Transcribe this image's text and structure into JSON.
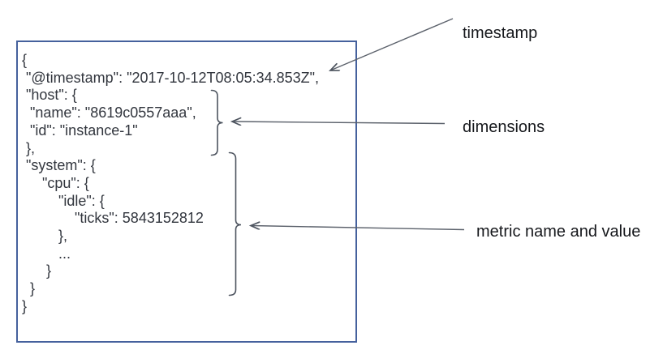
{
  "document": {
    "code_lines": [
      "{",
      " \"@timestamp\": \"2017-10-12T08:05:34.853Z\",",
      " \"host\": {",
      "  \"name\": \"8619c0557aaa\",",
      "  \"id\": \"instance-1\"",
      " },",
      " \"system\": {",
      "     \"cpu\": {",
      "         \"idle\": {",
      "             \"ticks\": 5843152812",
      "         },",
      "         ...",
      "      }",
      "  }",
      "}"
    ]
  },
  "annotations": {
    "timestamp": {
      "label": "timestamp"
    },
    "dimensions": {
      "label": "dimensions"
    },
    "metric": {
      "label": "metric name and value"
    }
  },
  "colors": {
    "box_border": "#45619d",
    "code_text": "#32363e",
    "label_text": "#16181c",
    "connector": "#5b616b",
    "brace": "#4d545f"
  }
}
